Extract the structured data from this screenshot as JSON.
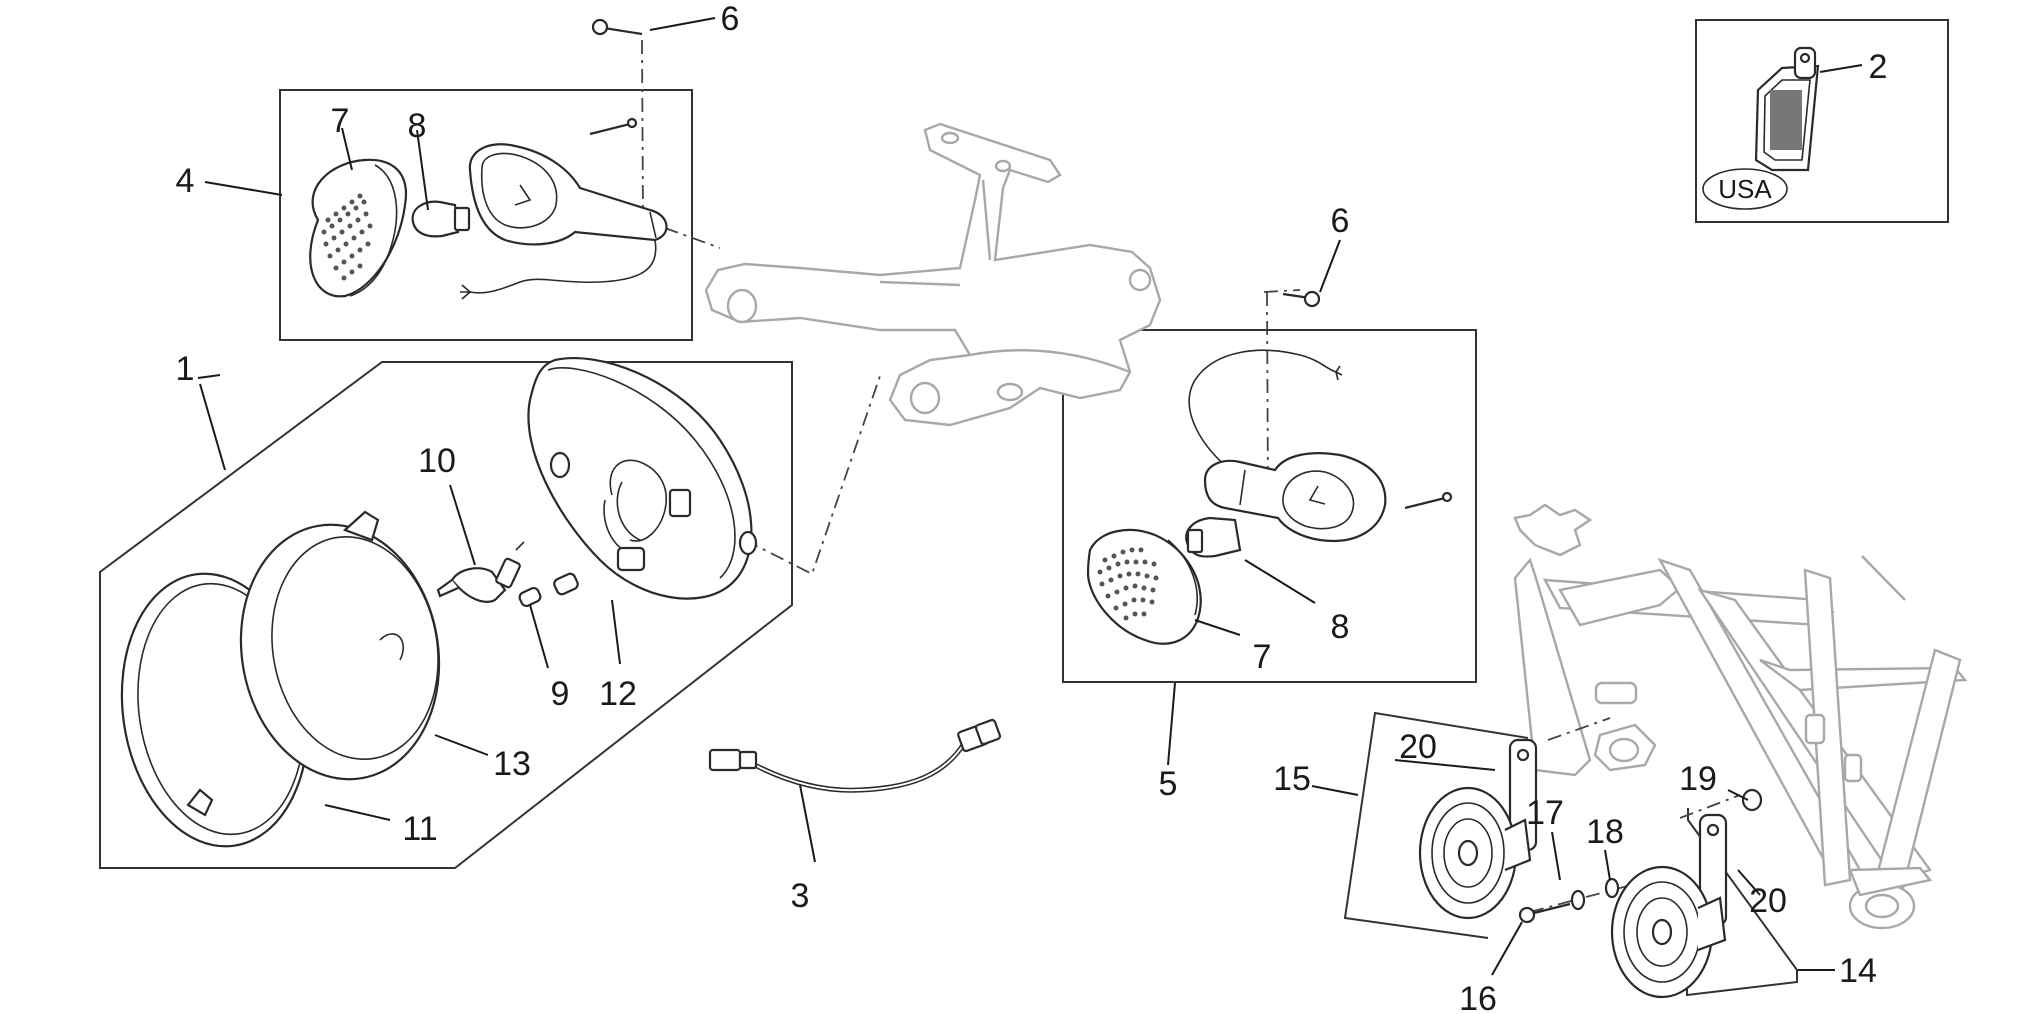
{
  "callouts": {
    "c1": "1",
    "c2": "2",
    "c3": "3",
    "c4": "4",
    "c5": "5",
    "c6a": "6",
    "c6b": "6",
    "c7a": "7",
    "c7b": "7",
    "c8a": "8",
    "c8b": "8",
    "c9": "9",
    "c10": "10",
    "c11": "11",
    "c12": "12",
    "c13": "13",
    "c14": "14",
    "c15": "15",
    "c16": "16",
    "c17": "17",
    "c18": "18",
    "c19": "19",
    "c20a": "20",
    "c20b": "20"
  },
  "usa_label": "USA"
}
